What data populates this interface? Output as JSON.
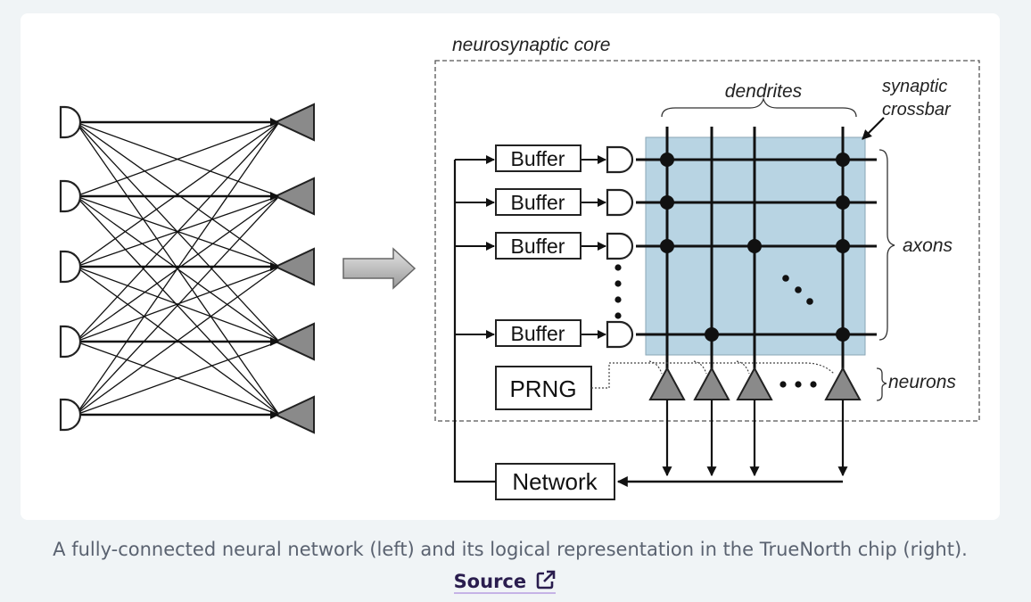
{
  "diagram": {
    "core_label": "neurosynaptic core",
    "dendrites_label": "dendrites",
    "synaptic_label_line1": "synaptic",
    "synaptic_label_line2": "crossbar",
    "axons_label": "axons",
    "neurons_label": "neurons",
    "buffers": [
      "Buffer",
      "Buffer",
      "Buffer",
      "Buffer"
    ],
    "prng_label": "PRNG",
    "network_label": "Network",
    "crossbar_color": "#b8d4e3",
    "neuron_fill": "#8a8a8a"
  },
  "caption": {
    "text": "A fully-connected neural network (left) and its logical representation in the TrueNorth chip (right).",
    "source_label": "Source",
    "source_icon": "external-link-icon"
  }
}
